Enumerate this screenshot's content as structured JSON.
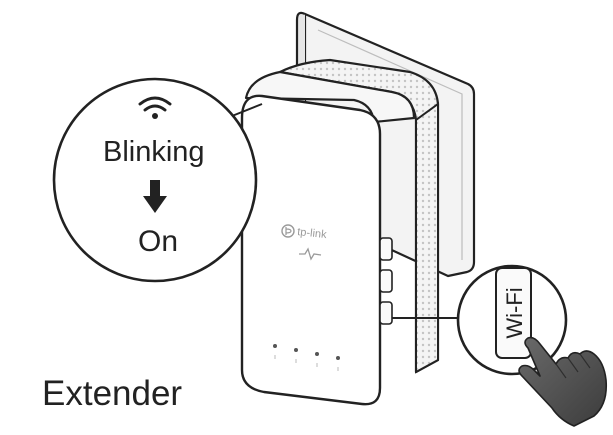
{
  "callout_status": {
    "from_label": "Blinking",
    "to_label": "On",
    "wifi_icon": "wifi-signal-icon",
    "arrow_icon": "down-arrow-icon"
  },
  "device": {
    "brand": "tp-link",
    "caption": "Extender",
    "button_label": "Wi-Fi",
    "pointer_icon": "pointing-hand-icon"
  }
}
